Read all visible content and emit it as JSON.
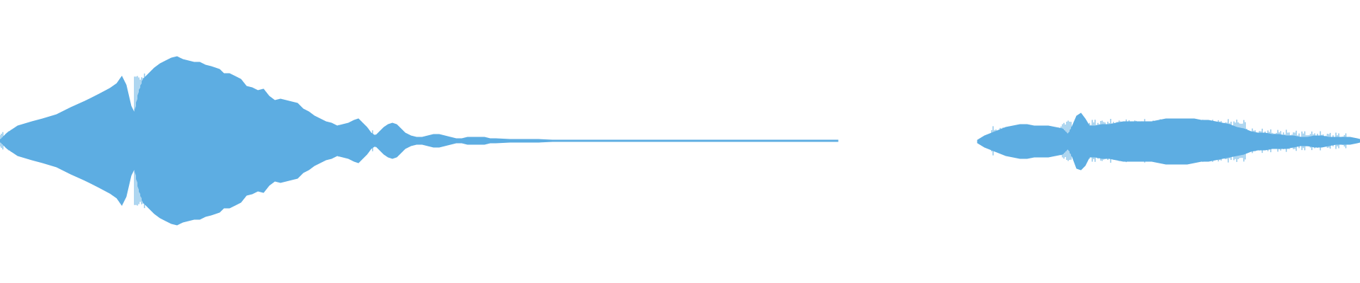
{
  "colors": {
    "background": "#ffffff",
    "waveform": "#5DADE2"
  },
  "waveform": {
    "segments": [
      {
        "name": "segment-1",
        "start_fraction": 0.0,
        "end_fraction": 0.616
      },
      {
        "name": "segment-2",
        "start_fraction": 0.72,
        "end_fraction": 1.0
      }
    ]
  }
}
